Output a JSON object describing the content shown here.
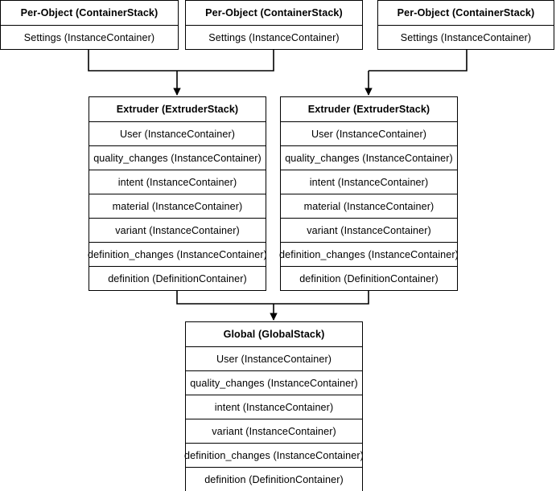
{
  "diagram": {
    "title": "Cura container stack hierarchy",
    "stroke_color": "#000000",
    "fill_color": "#ffffff",
    "text_color": "#000000"
  },
  "per_object_stacks": [
    {
      "header": "Per-Object (ContainerStack)",
      "rows": [
        "Settings (InstanceContainer)"
      ]
    },
    {
      "header": "Per-Object (ContainerStack)",
      "rows": [
        "Settings (InstanceContainer)"
      ]
    },
    {
      "header": "Per-Object (ContainerStack)",
      "rows": [
        "Settings (InstanceContainer)"
      ]
    }
  ],
  "extruder_stacks": [
    {
      "header": "Extruder (ExtruderStack)",
      "rows": [
        "User (InstanceContainer)",
        "quality_changes (InstanceContainer)",
        "intent (InstanceContainer)",
        "material (InstanceContainer)",
        "variant (InstanceContainer)",
        "definition_changes (InstanceContainer)",
        "definition (DefinitionContainer)"
      ]
    },
    {
      "header": "Extruder (ExtruderStack)",
      "rows": [
        "User (InstanceContainer)",
        "quality_changes (InstanceContainer)",
        "intent (InstanceContainer)",
        "material (InstanceContainer)",
        "variant (InstanceContainer)",
        "definition_changes (InstanceContainer)",
        "definition (DefinitionContainer)"
      ]
    }
  ],
  "global_stack": {
    "header": "Global (GlobalStack)",
    "rows": [
      "User (InstanceContainer)",
      "quality_changes (InstanceContainer)",
      "intent (InstanceContainer)",
      "variant (InstanceContainer)",
      "definition_changes (InstanceContainer)",
      "definition (DefinitionContainer)"
    ]
  },
  "connectors": [
    {
      "from": "per-object-1",
      "to": "extruder-left"
    },
    {
      "from": "per-object-2",
      "to": "extruder-left"
    },
    {
      "from": "per-object-3",
      "to": "extruder-right"
    },
    {
      "from": "extruder-left",
      "to": "global-stack"
    },
    {
      "from": "extruder-right",
      "to": "global-stack"
    }
  ]
}
